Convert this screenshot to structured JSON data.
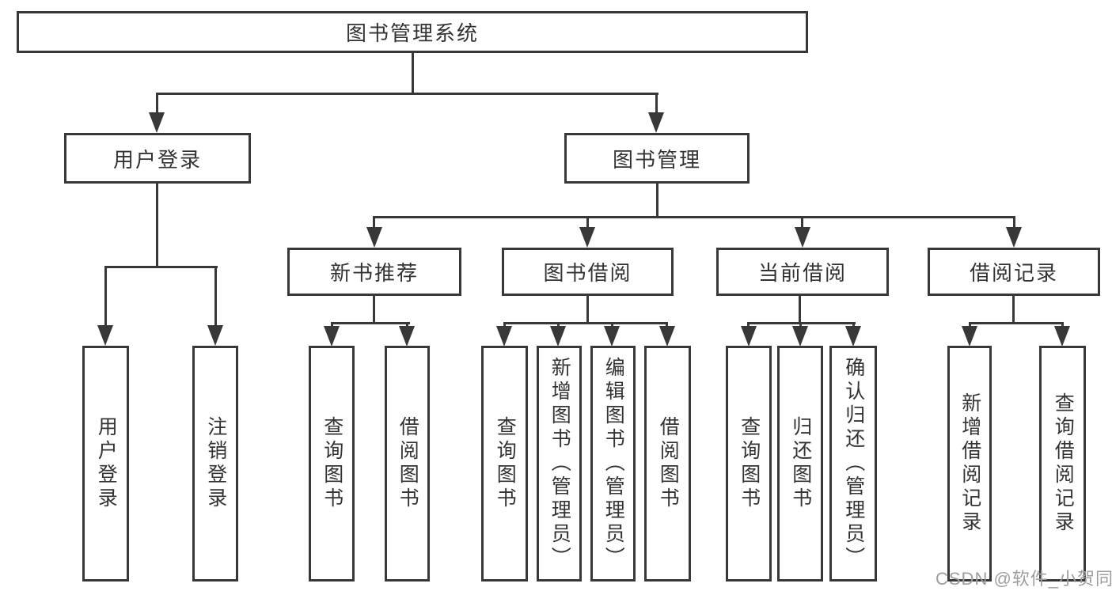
{
  "diagram": {
    "title": "图书管理系统",
    "root": {
      "label": "图书管理系统"
    },
    "level2": [
      {
        "id": "user-login",
        "label": "用户登录"
      },
      {
        "id": "book-management",
        "label": "图书管理"
      }
    ],
    "level3": [
      {
        "id": "new-book-recommendation",
        "label": "新书推荐",
        "parent": "图书管理"
      },
      {
        "id": "book-borrowing",
        "label": "图书借阅",
        "parent": "图书管理"
      },
      {
        "id": "current-borrowing",
        "label": "当前借阅",
        "parent": "图书管理"
      },
      {
        "id": "borrowing-records",
        "label": "借阅记录",
        "parent": "图书管理"
      }
    ],
    "leaves": [
      {
        "label": "用户登录",
        "parent": "用户登录"
      },
      {
        "label": "注销登录",
        "parent": "用户登录"
      },
      {
        "label": "查询图书",
        "parent": "新书推荐"
      },
      {
        "label": "借阅图书",
        "parent": "新书推荐"
      },
      {
        "label": "查询图书",
        "parent": "图书借阅"
      },
      {
        "label": "新增图书（管理员）",
        "parent": "图书借阅"
      },
      {
        "label": "编辑图书（管理员）",
        "parent": "图书借阅"
      },
      {
        "label": "借阅图书",
        "parent": "图书借阅"
      },
      {
        "label": "查询图书",
        "parent": "当前借阅"
      },
      {
        "label": "归还图书",
        "parent": "当前借阅"
      },
      {
        "label": "确认归还（管理员）",
        "parent": "当前借阅"
      },
      {
        "label": "新增借阅记录",
        "parent": "借阅记录"
      },
      {
        "label": "查询借阅记录",
        "parent": "借阅记录"
      }
    ],
    "colors": {
      "line": "#383838",
      "text": "#333333",
      "box_background": "#ffffff",
      "page_background": "#ffffff",
      "watermark": "#9e9e9e"
    }
  },
  "watermark": {
    "text": "CSDN @软件_小贺同学"
  }
}
